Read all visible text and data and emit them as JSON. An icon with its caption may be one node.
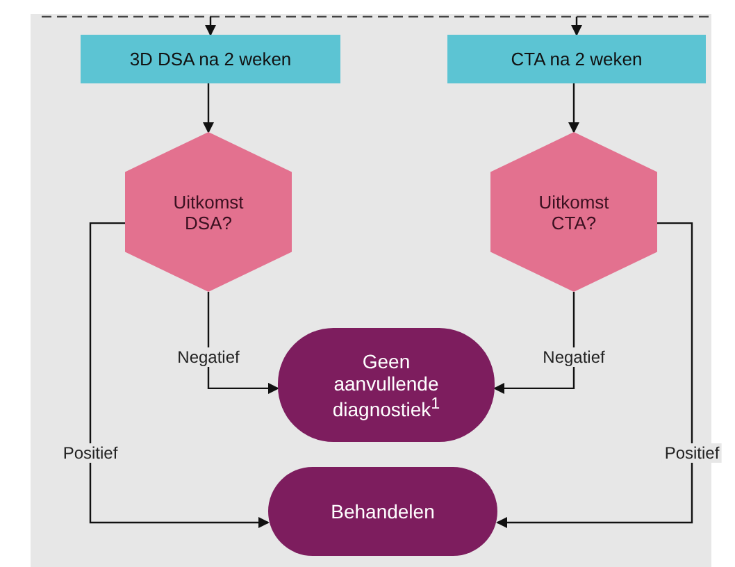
{
  "diagram": {
    "nodes": [
      {
        "text": [
          "3D DSA na 2 weken"
        ]
      },
      {
        "text": [
          "CTA na 2 weken"
        ]
      },
      {
        "text": [
          "Uitkomst DSA?"
        ]
      },
      {
        "text": [
          "Uitkomst CTA?"
        ]
      },
      {
        "text": [
          "Geen aanvullende diagnostiek$^{1}$"
        ]
      },
      {
        "text": [
          "Behandelen"
        ]
      }
    ],
    "edges": [
      {
        "from": null,
        "to": 0,
        "arrow": "to"
      },
      {
        "from": null,
        "to": 1,
        "arrow": "to"
      },
      {
        "from": 0,
        "to": 2,
        "arrow": "to"
      },
      {
        "from": 1,
        "to": 3,
        "arrow": "to"
      },
      {
        "from": 2,
        "to": 4,
        "arrow": "to",
        "label": "Negatief"
      },
      {
        "from": 3,
        "to": 4,
        "arrow": "to",
        "label": "Negatief"
      },
      {
        "from": 2,
        "to": 5,
        "arrow": "to",
        "label": "Positief"
      },
      {
        "from": 3,
        "to": 5,
        "arrow": "to",
        "label": "Positief"
      }
    ]
  }
}
